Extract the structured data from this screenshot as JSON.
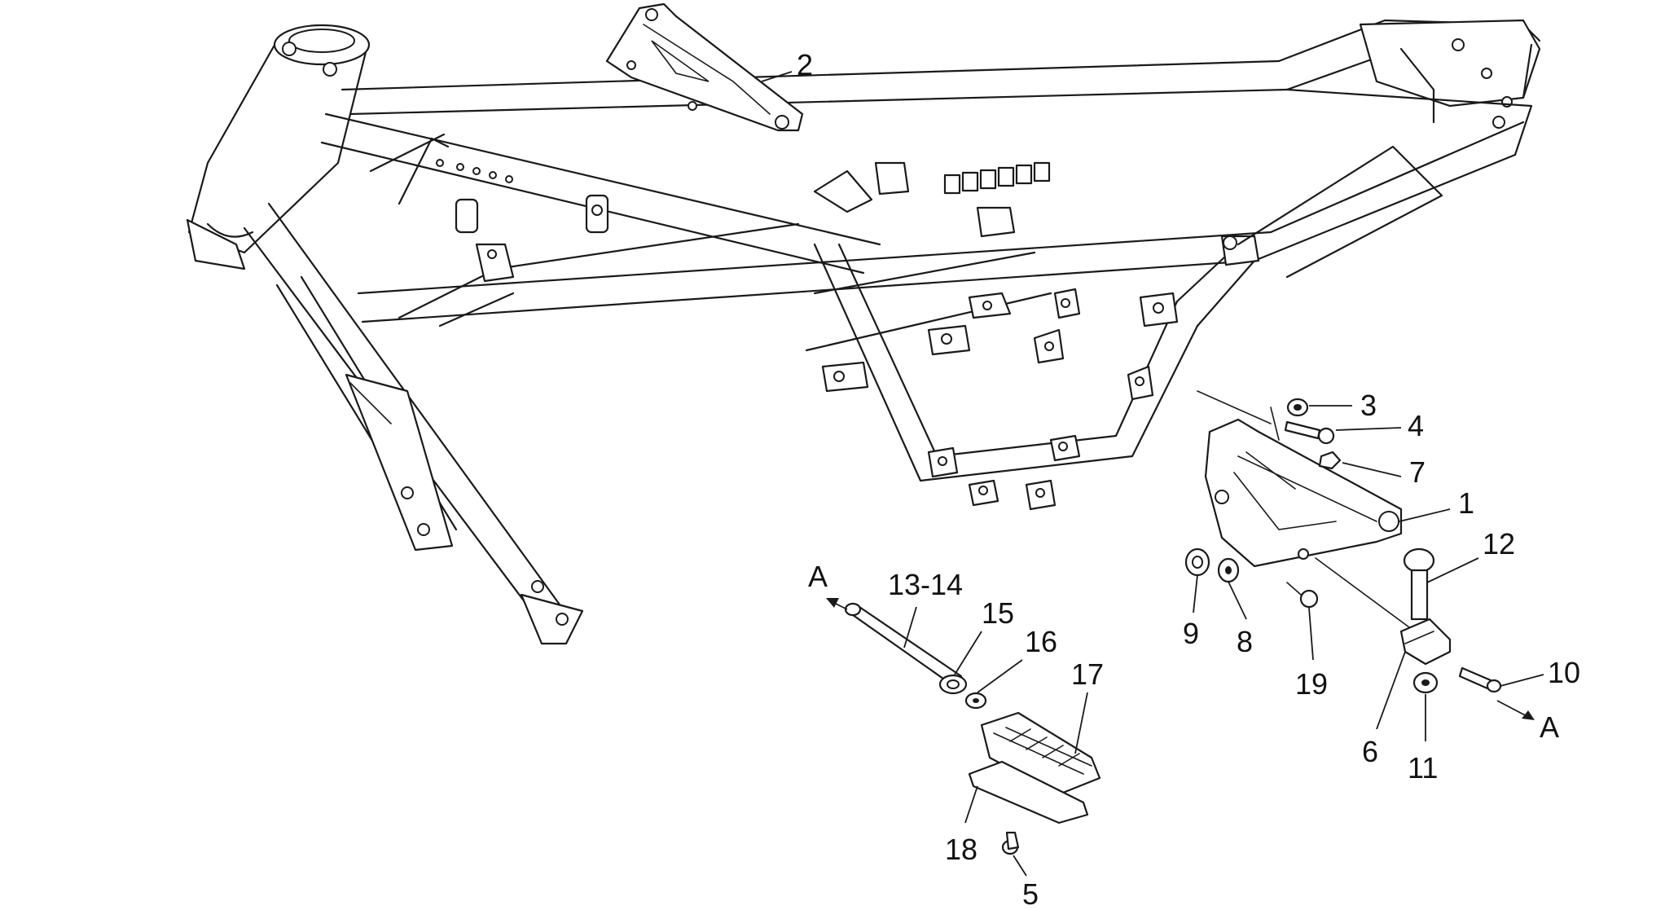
{
  "callouts": [
    {
      "id": "1",
      "text": "1"
    },
    {
      "id": "2",
      "text": "2"
    },
    {
      "id": "3",
      "text": "3"
    },
    {
      "id": "4",
      "text": "4"
    },
    {
      "id": "5",
      "text": "5"
    },
    {
      "id": "6",
      "text": "6"
    },
    {
      "id": "7",
      "text": "7"
    },
    {
      "id": "8",
      "text": "8"
    },
    {
      "id": "9",
      "text": "9"
    },
    {
      "id": "10",
      "text": "10"
    },
    {
      "id": "11",
      "text": "11"
    },
    {
      "id": "12",
      "text": "12"
    },
    {
      "id": "13-14",
      "text": "13-14"
    },
    {
      "id": "15",
      "text": "15"
    },
    {
      "id": "16",
      "text": "16"
    },
    {
      "id": "17",
      "text": "17"
    },
    {
      "id": "18",
      "text": "18"
    },
    {
      "id": "19",
      "text": "19"
    }
  ],
  "ref_marks": {
    "left": "A",
    "right": "A"
  }
}
